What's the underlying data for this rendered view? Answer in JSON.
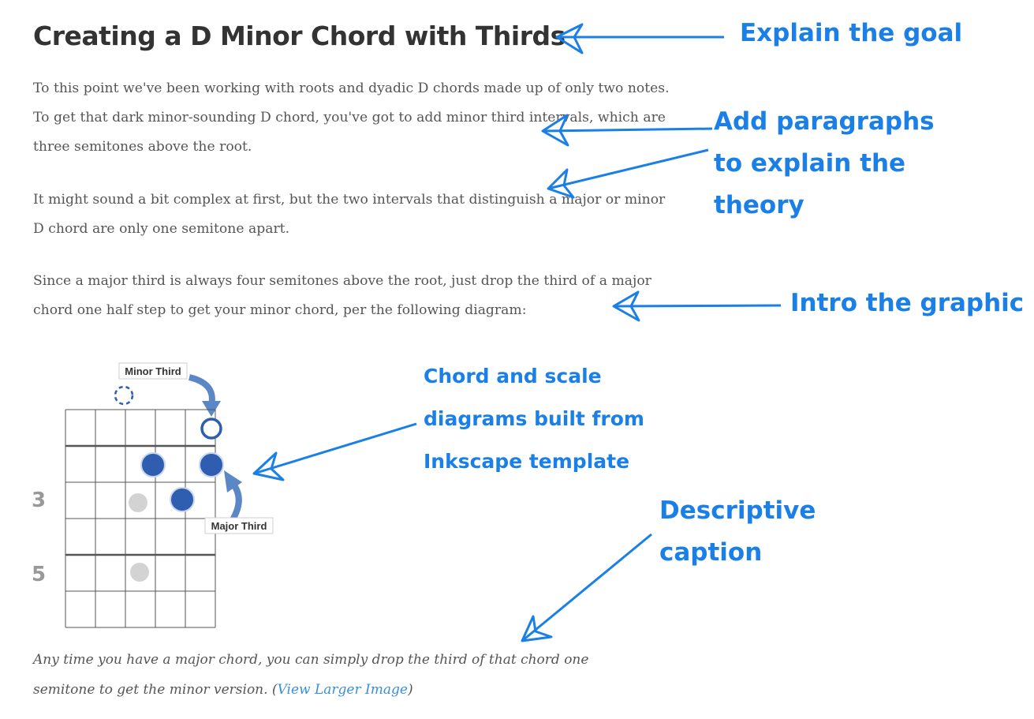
{
  "article": {
    "title": "Creating a D Minor Chord with Thirds",
    "paragraphs": [
      "To this point we've been working with roots and dyadic D chords made up of only two notes.  To get that dark minor-sounding D chord, you've got to add minor third intervals, which are three semitones above the root.",
      "It might sound a bit complex at first, but the two intervals that distinguish a major or minor D chord are only one semitone apart.",
      "Since a major third is always four semitones above the root, just drop the third of a major chord one half step to get your minor chord, per the following diagram:"
    ],
    "caption": {
      "text": "Any time you have a major chord, you can simply drop the third of that chord one semitone to get the minor version. (",
      "link": "View Larger Image",
      "suffix": ")"
    }
  },
  "diagram": {
    "fret_labels": [
      "3",
      "5"
    ],
    "minor_third_label": "Minor Third",
    "major_third_label": "Major Third",
    "colors": {
      "dot": "#2f5db0",
      "ghost": "#d3d3d3",
      "grid": "#555555",
      "curve_arrow": "#5b87c7"
    }
  },
  "annotations": {
    "goal": "Explain the goal",
    "paragraphs": [
      "Add paragraphs",
      "to explain the",
      "theory"
    ],
    "intro": "Intro the graphic",
    "chord": [
      "Chord and scale",
      "diagrams built from",
      "Inkscape template"
    ],
    "caption": [
      "Descriptive",
      "caption"
    ],
    "color": "#1a7fe6"
  }
}
